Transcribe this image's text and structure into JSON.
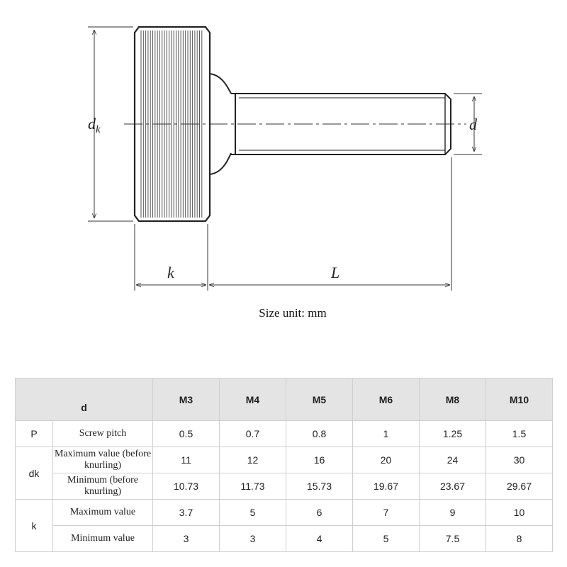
{
  "diagram": {
    "labels": {
      "dk_main": "d",
      "dk_sub": "k",
      "d": "d",
      "k": "k",
      "L": "L"
    },
    "size_unit": "Size unit: mm"
  },
  "table": {
    "header": {
      "d_label": "d",
      "sizes": [
        "M3",
        "M4",
        "M5",
        "M6",
        "M8",
        "M10"
      ]
    },
    "rows": [
      {
        "group": "P",
        "desc": "Screw pitch",
        "values": [
          "0.5",
          "0.7",
          "0.8",
          "1",
          "1.25",
          "1.5"
        ]
      },
      {
        "group": "dk",
        "desc": "Maximum value (before knurling)",
        "values": [
          "11",
          "12",
          "16",
          "20",
          "24",
          "30"
        ]
      },
      {
        "group": "",
        "desc": "Minimum (before knurling)",
        "values": [
          "10.73",
          "11.73",
          "15.73",
          "19.67",
          "23.67",
          "29.67"
        ]
      },
      {
        "group": "k",
        "desc": "Maximum value",
        "values": [
          "3.7",
          "5",
          "6",
          "7",
          "9",
          "10"
        ]
      },
      {
        "group": "",
        "desc": "Minimum value",
        "values": [
          "3",
          "3",
          "4",
          "5",
          "7.5",
          "8"
        ]
      }
    ]
  }
}
